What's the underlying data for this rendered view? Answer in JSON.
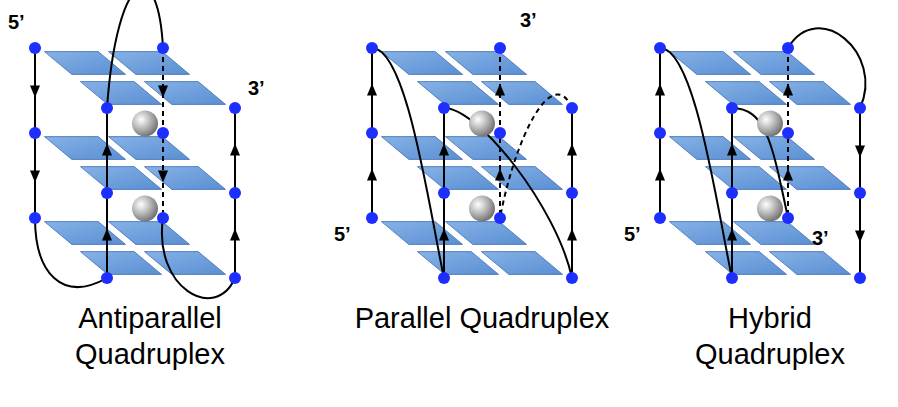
{
  "diagram": {
    "labels": [
      "5’",
      "3’",
      "Antiparallel Quadruplex",
      "3’",
      "5’",
      "Parallel Quadruplex",
      "5’",
      "3’",
      "Hybrid Quadruplex"
    ]
  }
}
